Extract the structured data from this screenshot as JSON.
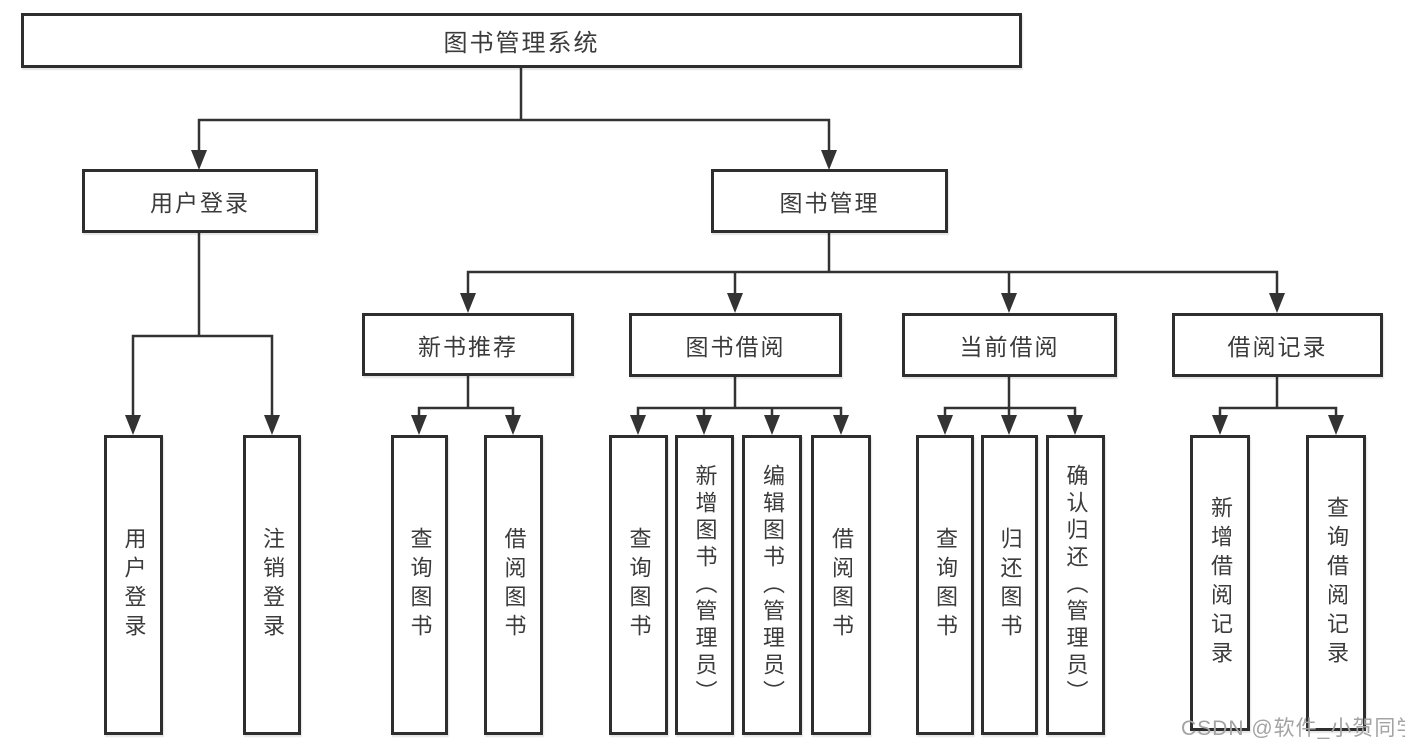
{
  "tree": {
    "label": "图书管理系统",
    "children": [
      {
        "label": "用户登录",
        "children": [
          {
            "label": "用户登录"
          },
          {
            "label": "注销登录"
          }
        ]
      },
      {
        "label": "图书管理",
        "children": [
          {
            "label": "新书推荐",
            "children": [
              {
                "label": "查询图书"
              },
              {
                "label": "借阅图书"
              }
            ]
          },
          {
            "label": "图书借阅",
            "children": [
              {
                "label": "查询图书"
              },
              {
                "label": "新增图书（管理员）"
              },
              {
                "label": "编辑图书（管理员）"
              },
              {
                "label": "借阅图书"
              }
            ]
          },
          {
            "label": "当前借阅",
            "children": [
              {
                "label": "查询图书"
              },
              {
                "label": "归还图书"
              },
              {
                "label": "确认归还（管理员）"
              }
            ]
          },
          {
            "label": "借阅记录",
            "children": [
              {
                "label": "新增借阅记录"
              },
              {
                "label": "查询借阅记录"
              }
            ]
          }
        ]
      }
    ]
  },
  "watermark": {
    "text": "CSDN @软件_小贺同学"
  },
  "colors": {
    "line": "#333333",
    "box_border": "#2e2e2e",
    "text": "#3b3b3b",
    "watermark": "#a3a3a3",
    "background": "#ffffff"
  }
}
